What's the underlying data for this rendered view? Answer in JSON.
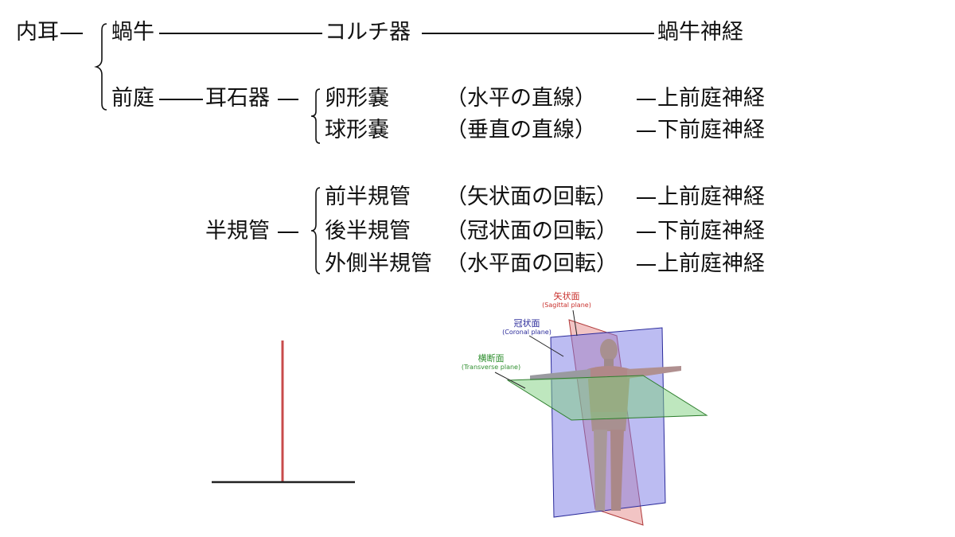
{
  "tree": {
    "inner_ear": "内耳",
    "cochlea": "蝸牛",
    "corti": "コルチ器",
    "cochlear_nerve": "蝸牛神経",
    "vestibule": "前庭",
    "otolith": "耳石器",
    "utricle": {
      "name": "卵形嚢",
      "plane": "（水平の直線）",
      "nerve": "上前庭神経"
    },
    "saccule": {
      "name": "球形嚢",
      "plane": "（垂直の直線）",
      "nerve": "下前庭神経"
    },
    "semicircular": "半規管",
    "canals": [
      {
        "name": "前半規管",
        "plane": "（矢状面の回転）",
        "nerve": "上前庭神経"
      },
      {
        "name": "後半規管",
        "plane": "（冠状面の回転）",
        "nerve": "下前庭神経"
      },
      {
        "name": "外側半規管",
        "plane": "（水平面の回転）",
        "nerve": "上前庭神経"
      }
    ]
  },
  "figure": {
    "sagittal_ja": "矢状面",
    "sagittal_en": "(Sagittal plane)",
    "coronal_ja": "冠状面",
    "coronal_en": "(Coronal plane)",
    "transverse_ja": "横断面",
    "transverse_en": "(Transverse plane)",
    "colors": {
      "sagittal": "#d9534f",
      "coronal": "#3a3ab8",
      "transverse": "#3f9f3f",
      "vertical_line": "#c84b4b",
      "base_line": "#222222"
    }
  }
}
